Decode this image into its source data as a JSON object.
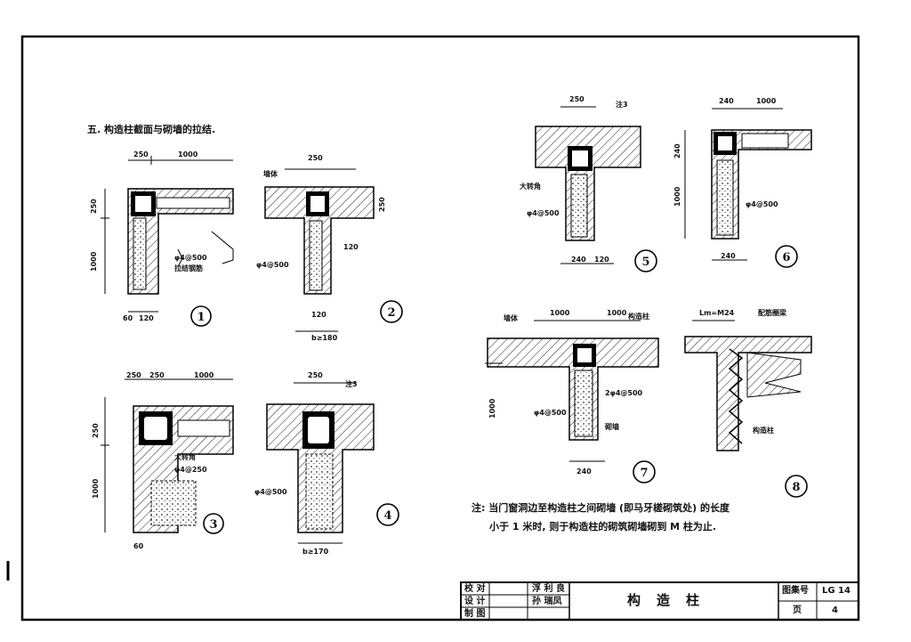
{
  "heading": "五. 构造柱截面与砌墙的拉结.",
  "note": {
    "line1": "注: 当门窗洞边至构造柱之间砌墙 (即马牙槎砌筑处) 的长度",
    "line2": "小于 1 米时, 则于构造柱的砌筑砌墙砌到 M 柱为止."
  },
  "details": [
    {
      "num": "1",
      "labels": [
        "250",
        "1000",
        "250",
        "1000",
        "φ4@500",
        "拉结钢筋",
        "60",
        "120"
      ]
    },
    {
      "num": "2",
      "labels": [
        "墙体",
        "250",
        "250",
        "120",
        "φ4@500",
        "120",
        "b≥180"
      ]
    },
    {
      "num": "3",
      "labels": [
        "250",
        "250",
        "1000",
        "250",
        "1000",
        "大转角",
        "φ4@250",
        "60"
      ]
    },
    {
      "num": "4",
      "labels": [
        "250",
        "注3",
        "φ4@500",
        "b≥170"
      ]
    },
    {
      "num": "5",
      "labels": [
        "250",
        "注3",
        "大转角",
        "φ4@500",
        "240",
        "120"
      ]
    },
    {
      "num": "6",
      "labels": [
        "240",
        "1000",
        "240",
        "1000",
        "φ4@500",
        "240"
      ]
    },
    {
      "num": "7",
      "labels": [
        "墙体",
        "1000",
        "1000",
        "构造柱",
        "2φ4@500",
        "φ4@500",
        "砌墙",
        "1000",
        "240"
      ]
    },
    {
      "num": "8",
      "labels": [
        "Lm=M24",
        "配筋圈梁",
        "构造柱"
      ]
    }
  ],
  "titleblock": {
    "rows": [
      {
        "role": "校 对",
        "name": "浮 利 良"
      },
      {
        "role": "设 计",
        "name": "孙 瑞凤"
      },
      {
        "role": "制 图",
        "name": ""
      }
    ],
    "title": "构造柱",
    "atlas_label": "图集号",
    "atlas_value": "LG 14",
    "page_label": "页",
    "page_value": "4"
  }
}
